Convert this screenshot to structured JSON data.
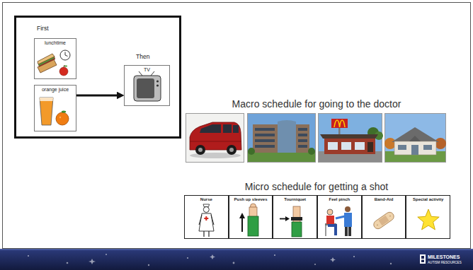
{
  "diagram": {
    "nodes": [
      {
        "text": [
          "First",
          "Then"
        ]
      },
      {
        "text": [
          "lunchtime"
        ],
        "in": 0
      },
      {
        "text": [
          "orange juice"
        ],
        "in": 0
      },
      {
        "text": [
          "TV"
        ],
        "in": 0
      },
      {
        "text": [
          "Nurse"
        ]
      },
      {
        "text": [
          "Push up sleeves"
        ]
      },
      {
        "text": [
          "Tourniquet"
        ]
      },
      {
        "text": [
          "Feel pinch"
        ]
      },
      {
        "text": [
          "Band-Aid"
        ]
      },
      {
        "text": [
          "Special activity"
        ]
      }
    ],
    "edges": [
      {
        "from": 2,
        "to": 3,
        "arrow": "to"
      }
    ],
    "labels": [
      "Macro schedule for going to the doctor",
      "Micro schedule for getting a shot",
      "MILESTONES",
      "AUTISM RESOURCES"
    ]
  }
}
